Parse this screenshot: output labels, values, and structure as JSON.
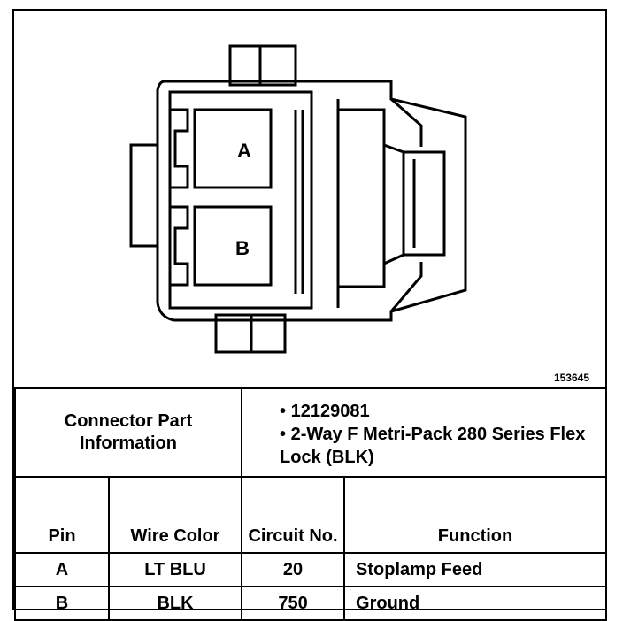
{
  "diagram": {
    "figure_number": "153645",
    "cavity_labels": [
      "A",
      "B"
    ]
  },
  "part_info": {
    "heading": "Connector Part Information",
    "bullets": [
      "12129081",
      "2-Way F Metri-Pack 280 Series Flex Lock (BLK)"
    ]
  },
  "table": {
    "headers": {
      "pin": "Pin",
      "wire_color": "Wire Color",
      "circuit_no": "Circuit No.",
      "function": "Function"
    },
    "rows": [
      {
        "pin": "A",
        "wire_color": "LT BLU",
        "circuit": "20",
        "function": "Stoplamp Feed"
      },
      {
        "pin": "B",
        "wire_color": "BLK",
        "circuit": "750",
        "function": "Ground"
      }
    ]
  }
}
